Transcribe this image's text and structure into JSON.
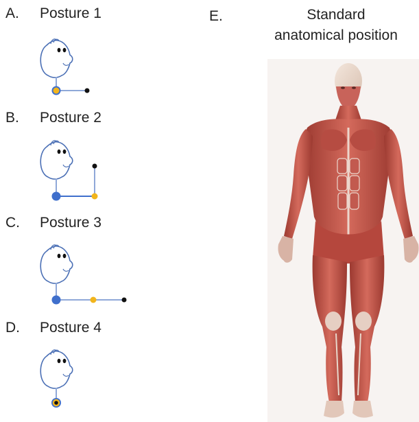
{
  "panels": [
    {
      "letter": "A.",
      "label": "Posture 1"
    },
    {
      "letter": "B.",
      "label": "Posture 2"
    },
    {
      "letter": "C.",
      "label": "Posture 3"
    },
    {
      "letter": "D.",
      "label": "Posture 4"
    }
  ],
  "panel_e": {
    "letter": "E.",
    "title_line1": "Standard",
    "title_line2": "anatomical position"
  },
  "colors": {
    "head_outline": "#4a6fb5",
    "link_line": "#8fa8d8",
    "joint_blue": "#3f6fcc",
    "joint_yellow": "#f2b51c",
    "joint_black": "#111111",
    "muscle": "#c4554a",
    "muscle_dark": "#8e2f28",
    "tendon": "#e8d8cc"
  },
  "icons": {
    "head": "cartoon-head-icon",
    "body": "anatomical-muscle-figure"
  }
}
